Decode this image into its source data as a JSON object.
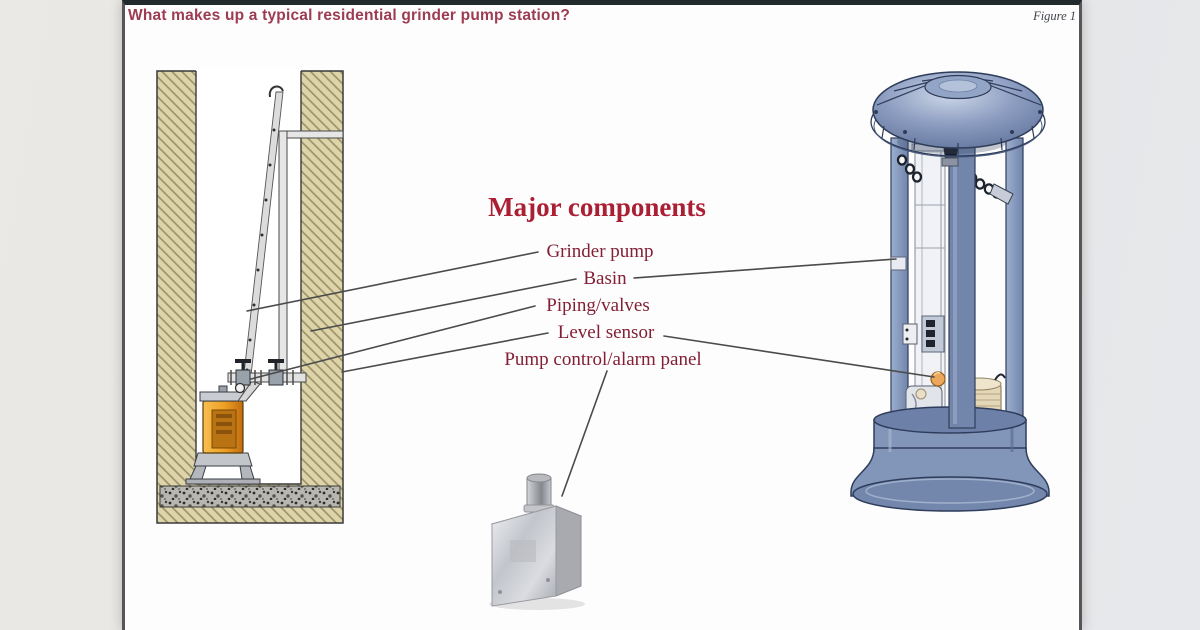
{
  "header": {
    "title": "What makes up a typical residential grinder pump station?",
    "figure_label": "Figure 1"
  },
  "legend": {
    "heading": "Major components",
    "items": [
      {
        "label": "Grinder pump"
      },
      {
        "label": "Basin"
      },
      {
        "label": "Piping/valves"
      },
      {
        "label": "Level sensor"
      },
      {
        "label": "Pump control/alarm panel"
      }
    ]
  },
  "colors": {
    "title_text": "#9c3b51",
    "heading_text": "#ab1f34",
    "label_text": "#821f35",
    "leader_line": "#4b4b4b",
    "soil_tan": "#ddd4a9",
    "pump_orange": "#eea62e",
    "basin_blue": "#8296ba",
    "panel_border": "#565656"
  }
}
